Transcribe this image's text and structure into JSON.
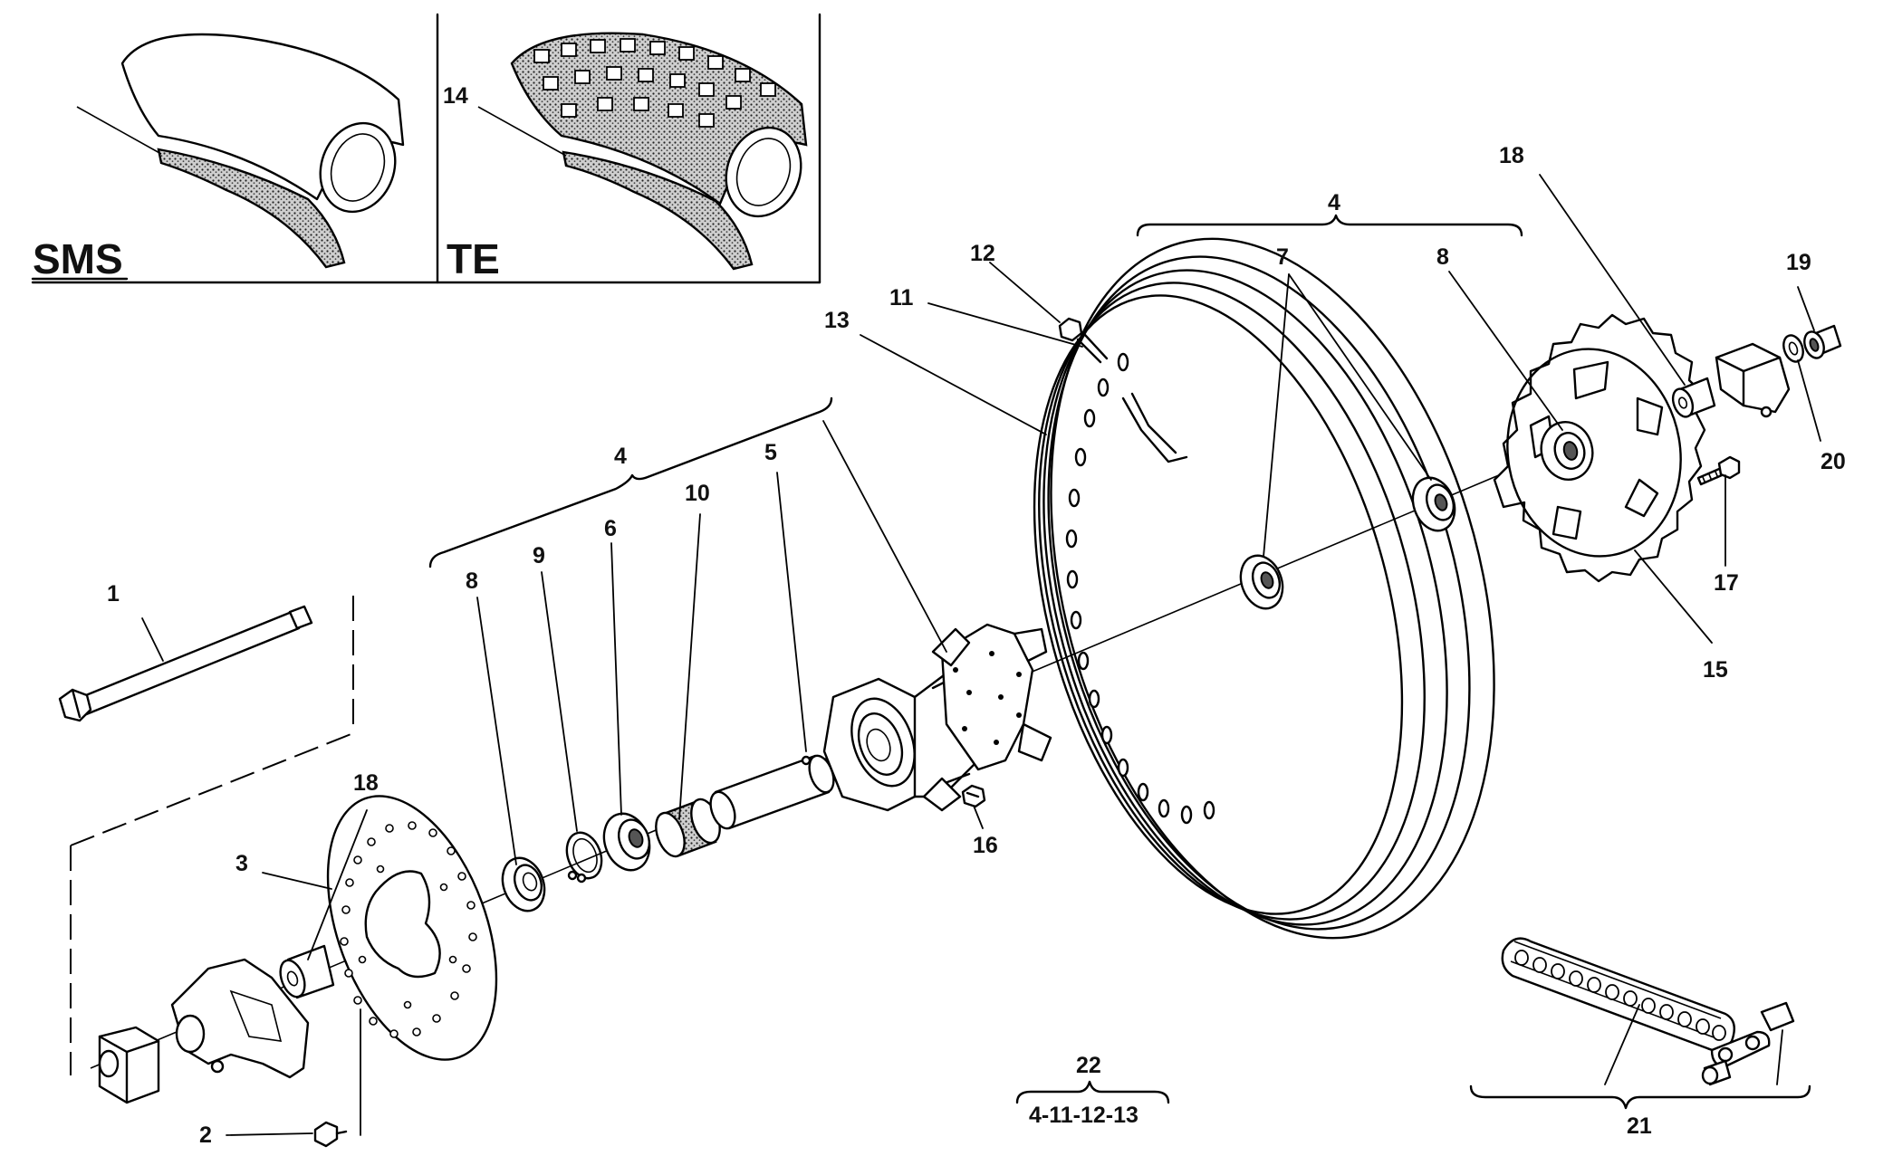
{
  "inset": {
    "left_label": "SMS",
    "right_label": "TE"
  },
  "callouts": {
    "c1": "1",
    "c2": "2",
    "c3": "3",
    "c4_hub": "4",
    "c4_rim": "4",
    "c5": "5",
    "c6": "6",
    "c7": "7",
    "c8_left": "8",
    "c8_right": "8",
    "c9": "9",
    "c10": "10",
    "c11": "11",
    "c12": "12",
    "c13": "13",
    "c14": "14",
    "c15": "15",
    "c16": "16",
    "c17": "17",
    "c18_left": "18",
    "c18_right": "18",
    "c19": "19",
    "c20": "20",
    "c21": "21",
    "c22": "22",
    "kit_22_contents": "4-11-12-13"
  },
  "colors": {
    "line": "#000000",
    "background": "#ffffff",
    "text": "#111111",
    "stipple": "#555555"
  }
}
